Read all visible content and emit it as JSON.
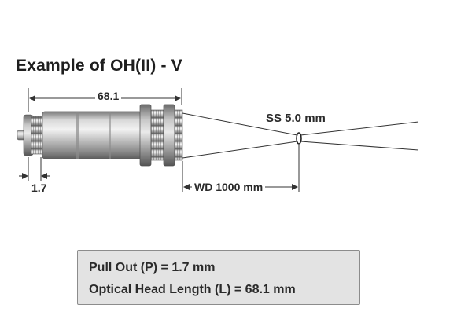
{
  "diagram": {
    "title": "Example of  OH(II) - V",
    "dimensions": {
      "length_label": "68.1",
      "pullout_label": "1.7",
      "spot_size_label": "SS 5.0 mm",
      "working_distance_label": "WD 1000 mm"
    },
    "specs": {
      "pull_out": "Pull Out (P) = 1.7 mm",
      "optical_head_length": "Optical Head Length (L) = 68.1 mm"
    }
  },
  "colors": {
    "line": "#333333",
    "box_background": "#e3e3e3",
    "metal_light": "#e6e6e6",
    "metal_dark": "#6e6e6e"
  }
}
